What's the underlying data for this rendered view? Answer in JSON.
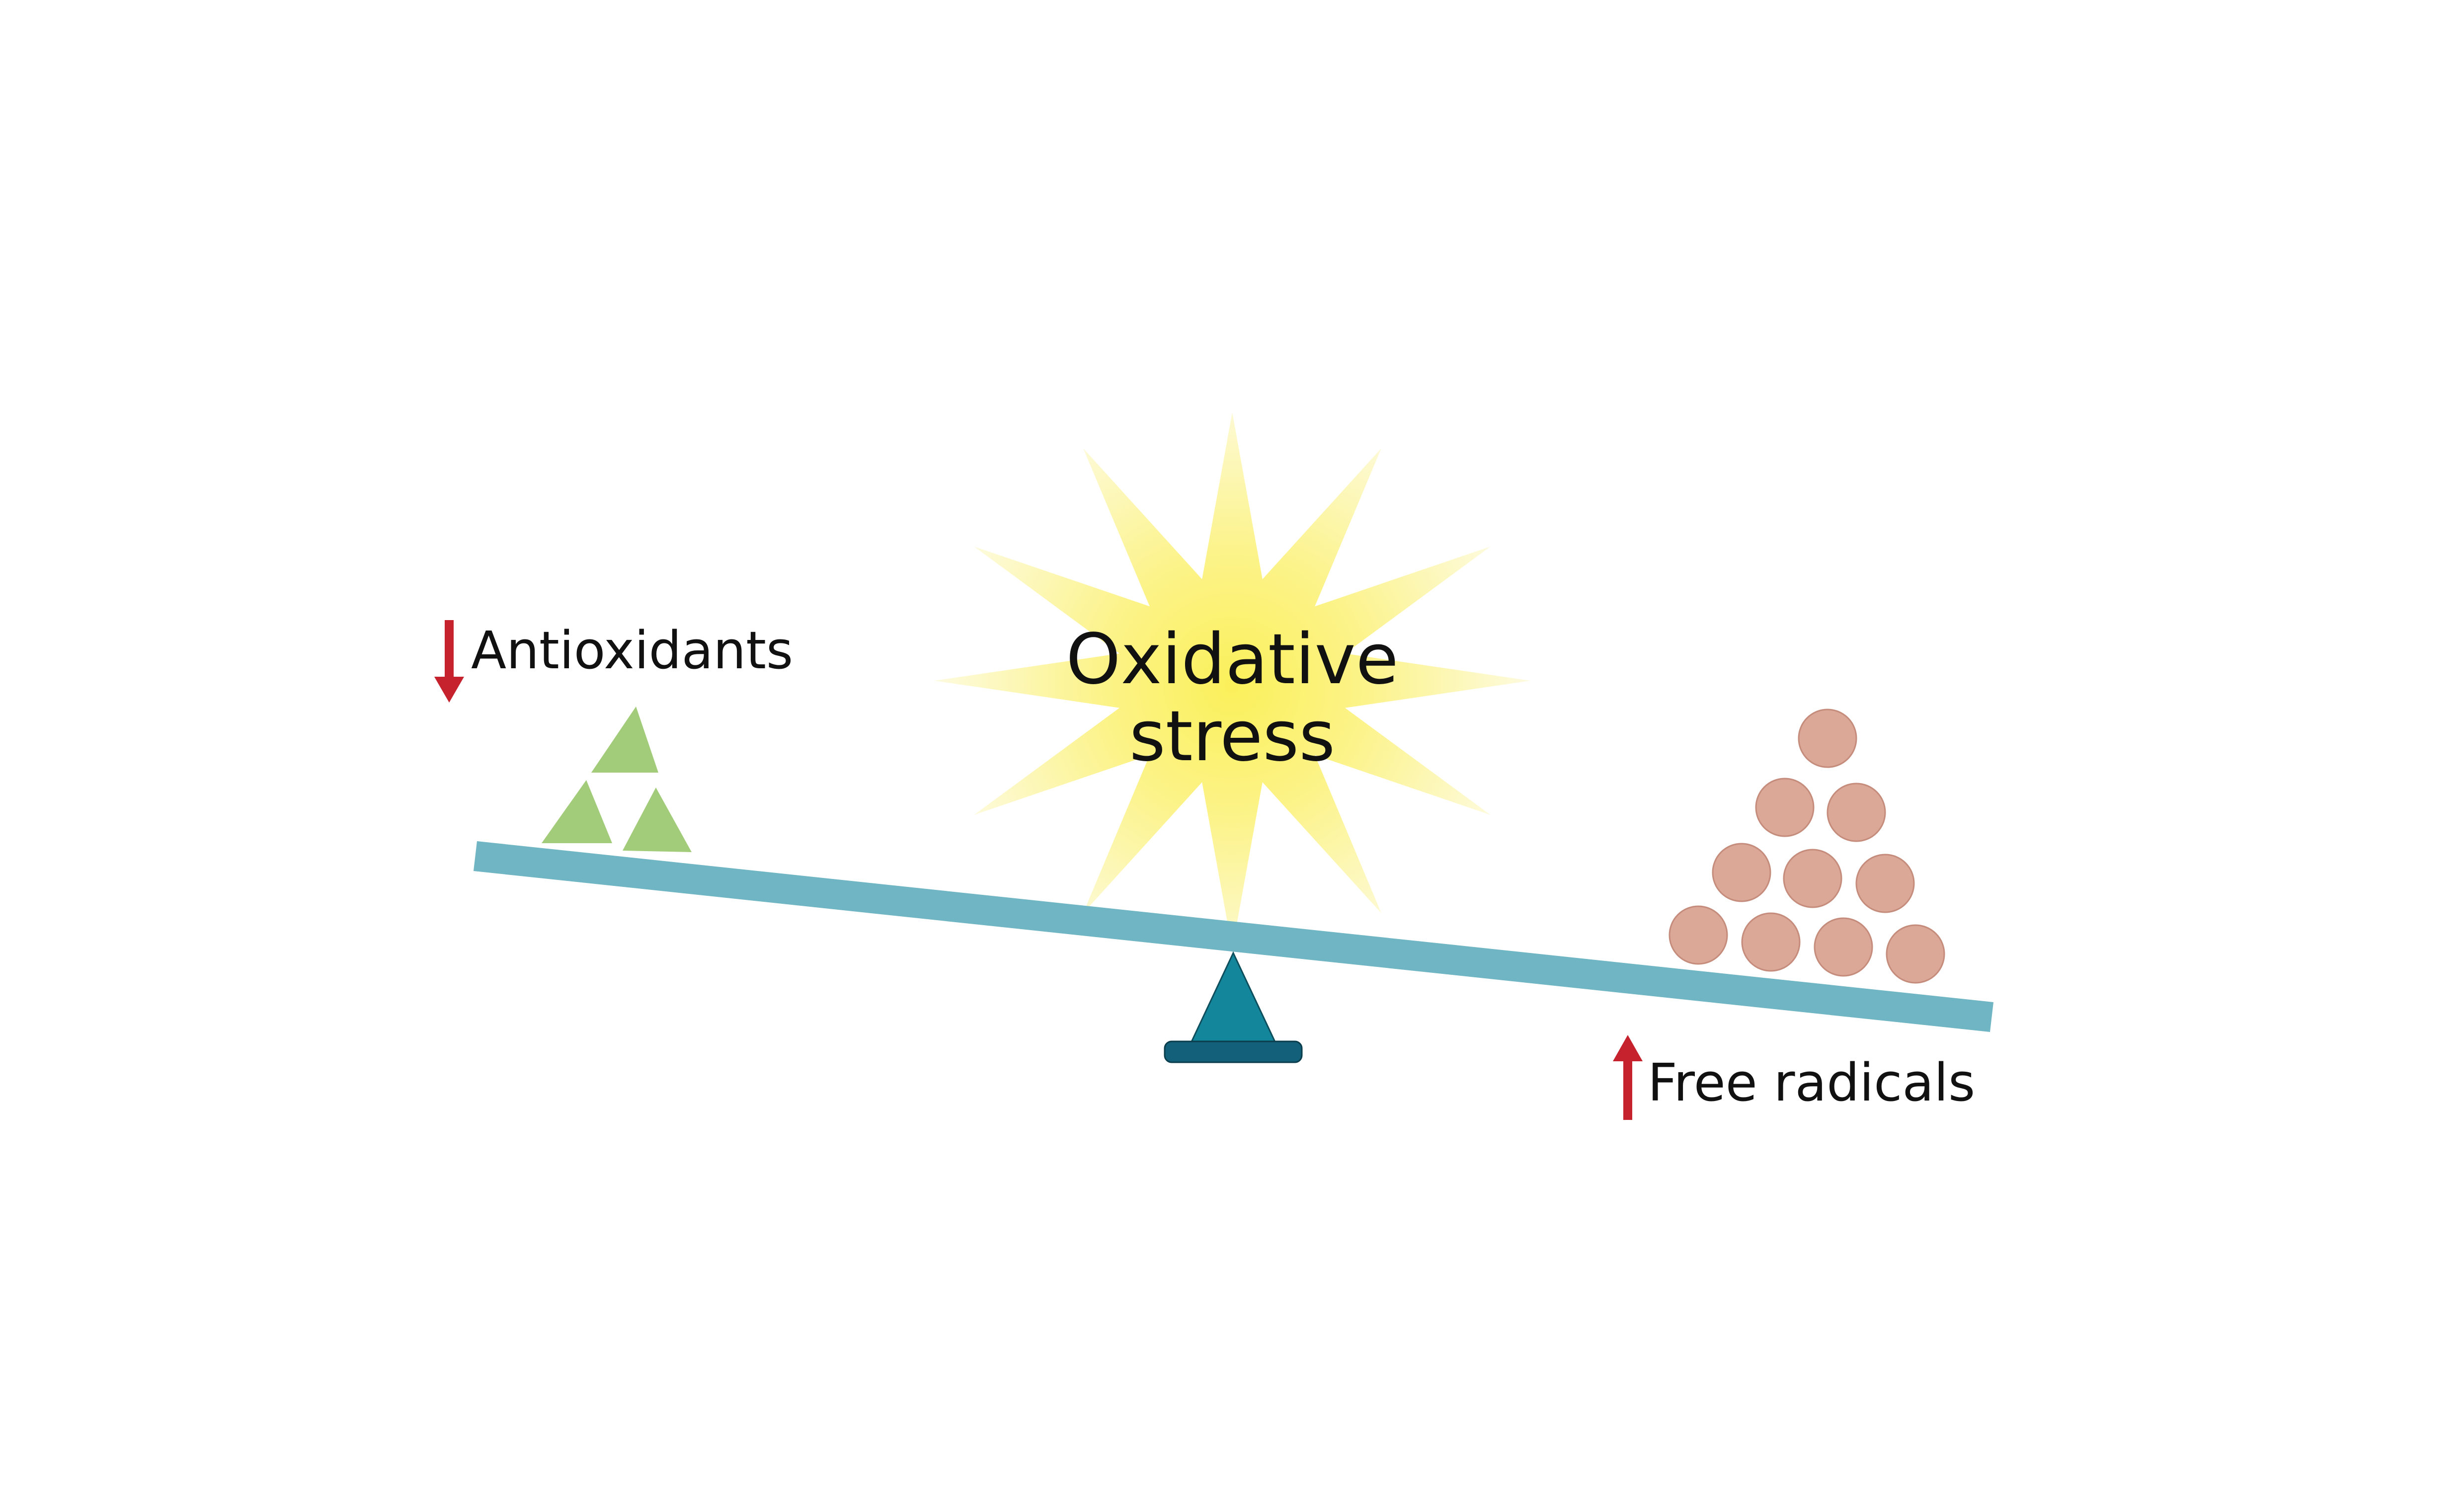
{
  "diagram": {
    "center_label_line1": "Oxidative",
    "center_label_line2": "stress",
    "left_label": "Antioxidants",
    "right_label": "Free radicals",
    "left_arrow": "arrow-down-icon",
    "right_arrow": "arrow-up-icon",
    "colors": {
      "beam": "#6fb5c4",
      "fulcrum": "#13869b",
      "fulcrum_base": "#13607a",
      "antioxidant": "#a2cc7a",
      "free_radical": "#dba898",
      "free_radical_stroke": "#c58c7c",
      "arrow": "#c5222e",
      "star_core": "#fbf05a",
      "star_edge": "#fdfbd6"
    }
  }
}
